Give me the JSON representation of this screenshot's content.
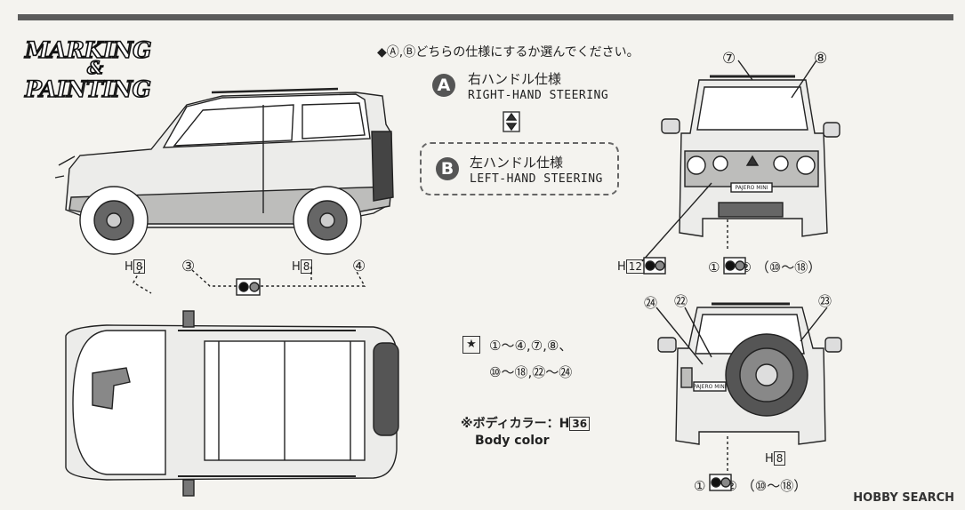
{
  "title": {
    "line1": "MARKING",
    "line2": "&",
    "line3": "PAINTING"
  },
  "instruction": "◆Ⓐ,Ⓑどちらの仕様にするか選んでください。",
  "option_a": {
    "badge": "A",
    "jp": "右ハンドル仕様",
    "en": "RIGHT-HAND STEERING"
  },
  "option_b": {
    "badge": "B",
    "jp": "左ハンドル仕様",
    "en": "LEFT-HAND STEERING"
  },
  "side_labels": {
    "h8_left": "H",
    "h8_left_num": "8",
    "n3": "③",
    "h8_right": "H",
    "h8_right_num": "8",
    "n4": "④"
  },
  "front_labels": {
    "n7": "⑦",
    "n8": "⑧",
    "h12": "H",
    "h12_num": "12",
    "seq": "① ⇔ ② （⑩～⑱）"
  },
  "rear_labels": {
    "n24": "㉔",
    "n22": "㉒",
    "n23": "㉓",
    "h8": "H",
    "h8_num": "8",
    "seq": "① ⇔ ② （⑩～⑱）"
  },
  "star_list": {
    "line1": "①～④,⑦,⑧、",
    "line2": "⑩～⑱,㉒～㉔"
  },
  "body_color": {
    "jp": "※ボディカラー：H",
    "num": "36",
    "en": "Body color"
  },
  "plates": {
    "front": "PAJERO MINI",
    "rear": "PAJERO MINI"
  },
  "watermark": "HOBBY SEARCH"
}
